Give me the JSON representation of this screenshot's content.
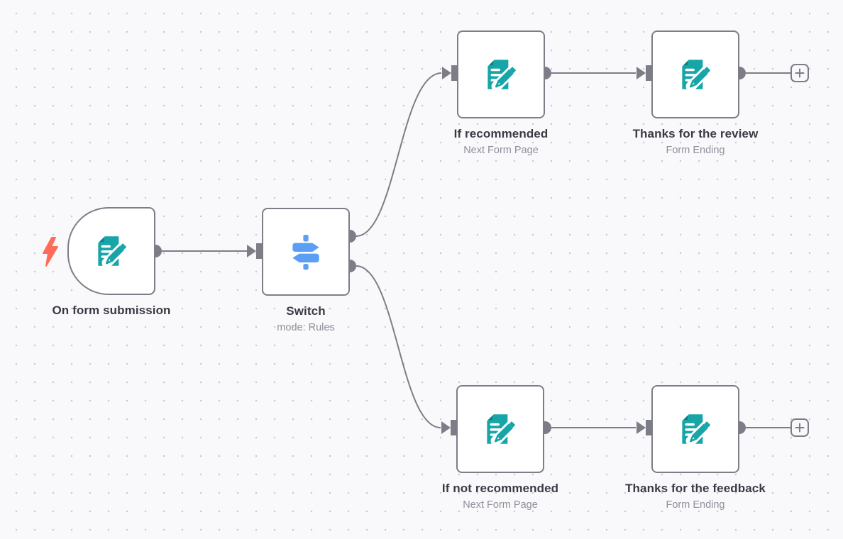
{
  "app": {
    "view": "workflow-canvas"
  },
  "colors": {
    "canvas_bg": "#f9f9fb",
    "grid_dot": "#c9c9d4",
    "node_border": "#7d7d87",
    "connector": "#7d7d87",
    "title_text": "#3a3a44",
    "subtitle_text": "#8f8f9a",
    "form_icon_teal": "#17a5a8",
    "switch_icon_blue": "#5b9ff5",
    "trigger_bolt_coral": "#ff6d5a"
  },
  "nodes": [
    {
      "id": "trigger",
      "title": "On form submission",
      "subtitle": "",
      "icon": "form-pen-icon",
      "kind": "trigger"
    },
    {
      "id": "switch",
      "title": "Switch",
      "subtitle": "mode: Rules",
      "icon": "signpost-icon",
      "kind": "action"
    },
    {
      "id": "if-recommended",
      "title": "If recommended",
      "subtitle": "Next Form Page",
      "icon": "form-pen-icon",
      "kind": "action"
    },
    {
      "id": "thanks-review",
      "title": "Thanks for the review",
      "subtitle": "Form Ending",
      "icon": "form-pen-icon",
      "kind": "action"
    },
    {
      "id": "if-not-recommended",
      "title": "If not recommended",
      "subtitle": "Next Form Page",
      "icon": "form-pen-icon",
      "kind": "action"
    },
    {
      "id": "thanks-feedback",
      "title": "Thanks for the feedback",
      "subtitle": "Form Ending",
      "icon": "form-pen-icon",
      "kind": "action"
    }
  ],
  "connections": [
    {
      "from": "trigger",
      "to": "switch"
    },
    {
      "from": "switch",
      "to": "if-recommended"
    },
    {
      "from": "switch",
      "to": "if-not-recommended"
    },
    {
      "from": "if-recommended",
      "to": "thanks-review"
    },
    {
      "from": "if-not-recommended",
      "to": "thanks-feedback"
    },
    {
      "from": "thanks-review",
      "to": "add-node-button-top"
    },
    {
      "from": "thanks-feedback",
      "to": "add-node-button-bottom"
    }
  ]
}
